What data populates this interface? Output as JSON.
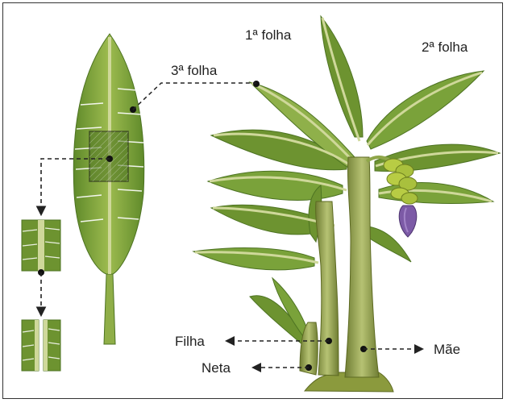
{
  "labels": {
    "leaf1": "1ª folha",
    "leaf2": "2ª folha",
    "leaf3": "3ª folha",
    "daughter": "Filha",
    "granddaughter": "Neta",
    "mother": "Mãe"
  },
  "colors": {
    "leaf_dark": "#5f8a2a",
    "leaf_light": "#9dbb4f",
    "midrib": "#cfd89a",
    "pseudostem": "#a9b565",
    "flower": "#7c5aa6",
    "fruit": "#b8cc44",
    "frame": "#333333"
  },
  "icons": {
    "arrow": "dashed-arrow",
    "marker": "black-dot"
  }
}
